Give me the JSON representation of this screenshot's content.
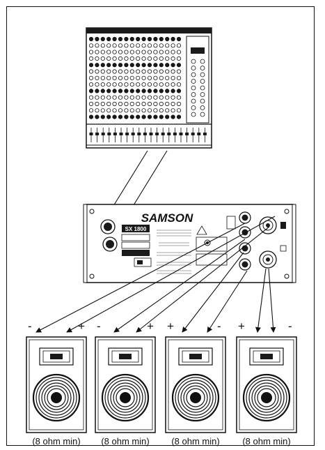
{
  "amplifier": {
    "brand": "SAMSON",
    "model": "SX 1800"
  },
  "speakers": [
    {
      "left_sign": "-",
      "right_sign": "+",
      "load_label": "(8 ohm min)"
    },
    {
      "left_sign": "-",
      "right_sign": "+",
      "load_label": "(8 ohm min)"
    },
    {
      "left_sign": "+",
      "right_sign": "-",
      "load_label": "(8 ohm min)"
    },
    {
      "left_sign": "+",
      "right_sign": "-",
      "load_label": "(8 ohm min)"
    }
  ],
  "colors": {
    "ink": "#111111",
    "paper": "#ffffff",
    "panel_dark": "#1a1a1a"
  }
}
